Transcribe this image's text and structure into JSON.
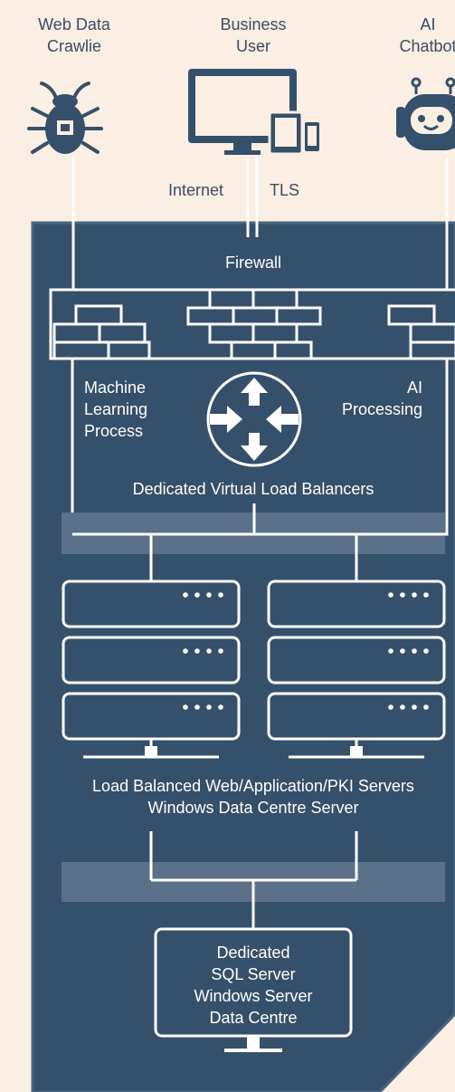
{
  "clients": {
    "crawler_label": "Web Data\nCrawlie",
    "business_label": "Business\nUser",
    "chatbot_label": "AI\nChatbot"
  },
  "links": {
    "internet": "Internet",
    "tls": "TLS"
  },
  "firewall": {
    "label": "Firewall"
  },
  "load_balancer": {
    "ml_label": "Machine\nLearning\nProcess",
    "ai_label": "AI\nProcessing",
    "title": "Dedicated Virtual Load Balancers"
  },
  "web_servers": {
    "caption": "Load Balanced Web/Application/PKI Servers\nWindows Data Centre Server"
  },
  "sql_server": {
    "label": "Dedicated\nSQL Server\nWindows Server\nData Centre"
  },
  "colors": {
    "background": "#fbeee2",
    "panel": "#35506a",
    "band": "#5a7189",
    "ink": "#3b4d63",
    "line": "#ffffff"
  },
  "icons": [
    "bug-icon",
    "computer-devices-icon",
    "robot-icon",
    "brick-wall-icon",
    "router-icon",
    "server-rack-icon",
    "database-server-icon"
  ]
}
